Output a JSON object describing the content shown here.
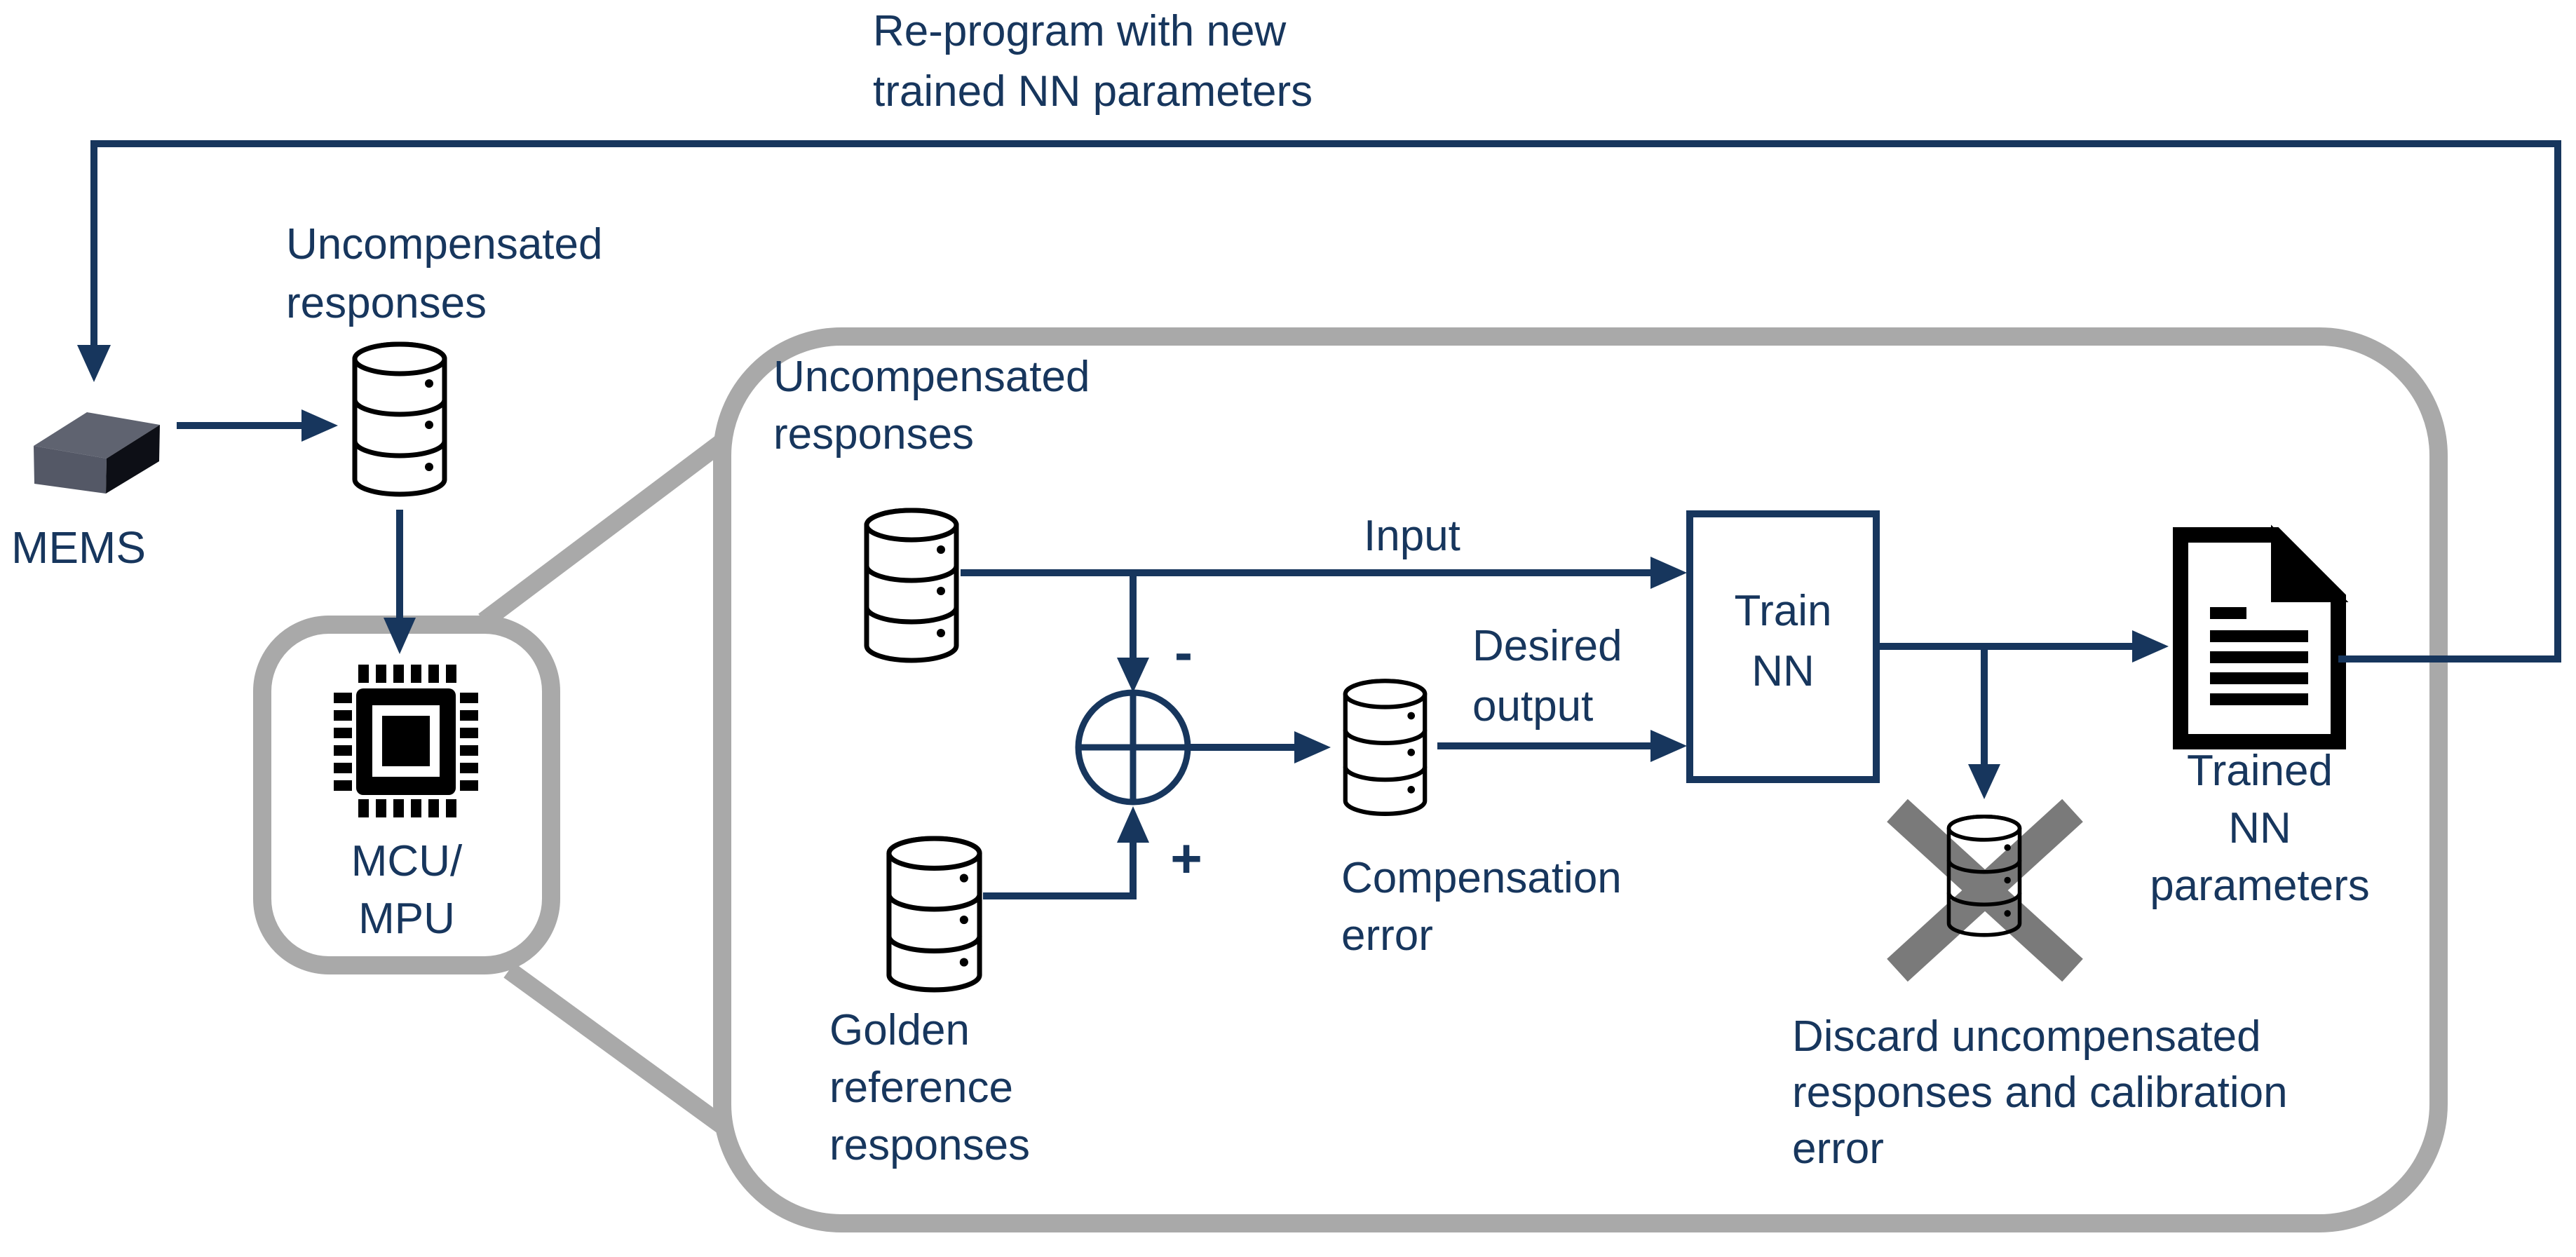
{
  "title": "MEMS neural-network calibration flow diagram",
  "colors": {
    "navy": "#17365d",
    "box_gray": "#a9a9a9",
    "x_gray": "#7a7a7a",
    "icon_black": "#000000",
    "cube_top": "#5f6370",
    "cube_front": "#545866",
    "cube_side": "#0d0f16"
  },
  "labels": {
    "reprogram": [
      "Re-program with new",
      "trained NN parameters"
    ],
    "mems": "MEMS",
    "uncompensated_outer": [
      "Uncompensated",
      "responses"
    ],
    "mcu": [
      "MCU/",
      "MPU"
    ],
    "uncompensated_inner": [
      "Uncompensated",
      "responses"
    ],
    "input": "Input",
    "minus": "-",
    "plus": "+",
    "golden": [
      "Golden",
      "reference",
      "responses"
    ],
    "compensation": [
      "Compensation",
      "error"
    ],
    "desired": [
      "Desired",
      "output"
    ],
    "train": [
      "Train",
      "NN"
    ],
    "trained_params": [
      "Trained",
      "NN",
      "parameters"
    ],
    "discard": [
      "Discard uncompensated",
      "responses and calibration",
      "error"
    ]
  },
  "icons": [
    "mems-chip-3d-icon",
    "database-icon",
    "cpu-chip-icon",
    "magnifier-callout-lines",
    "summing-junction-icon",
    "document-icon",
    "discard-x-icon",
    "arrow-icon"
  ]
}
